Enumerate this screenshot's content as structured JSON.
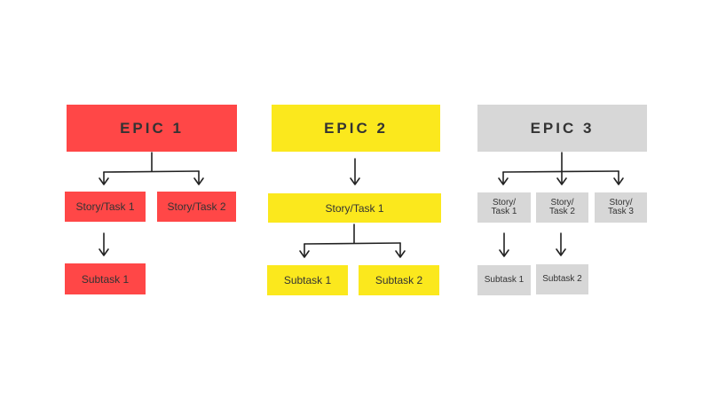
{
  "diagram": {
    "epics": [
      {
        "title": "EPIC 1",
        "color": "#ff4747",
        "stories": [
          "Story/Task 1",
          "Story/Task 2"
        ],
        "subtasks": [
          "Subtask 1"
        ]
      },
      {
        "title": "EPIC 2",
        "color": "#fbe81d",
        "stories": [
          "Story/Task 1"
        ],
        "subtasks": [
          "Subtask 1",
          "Subtask 2"
        ]
      },
      {
        "title": "EPIC 3",
        "color": "#d7d7d7",
        "stories": [
          [
            "Story/",
            "Task 1"
          ],
          [
            "Story/",
            "Task 2"
          ],
          [
            "Story/",
            "Task 3"
          ]
        ],
        "subtasks": [
          "Subtask 1",
          "Subtask 2"
        ]
      }
    ],
    "connector_color": "#222222"
  }
}
